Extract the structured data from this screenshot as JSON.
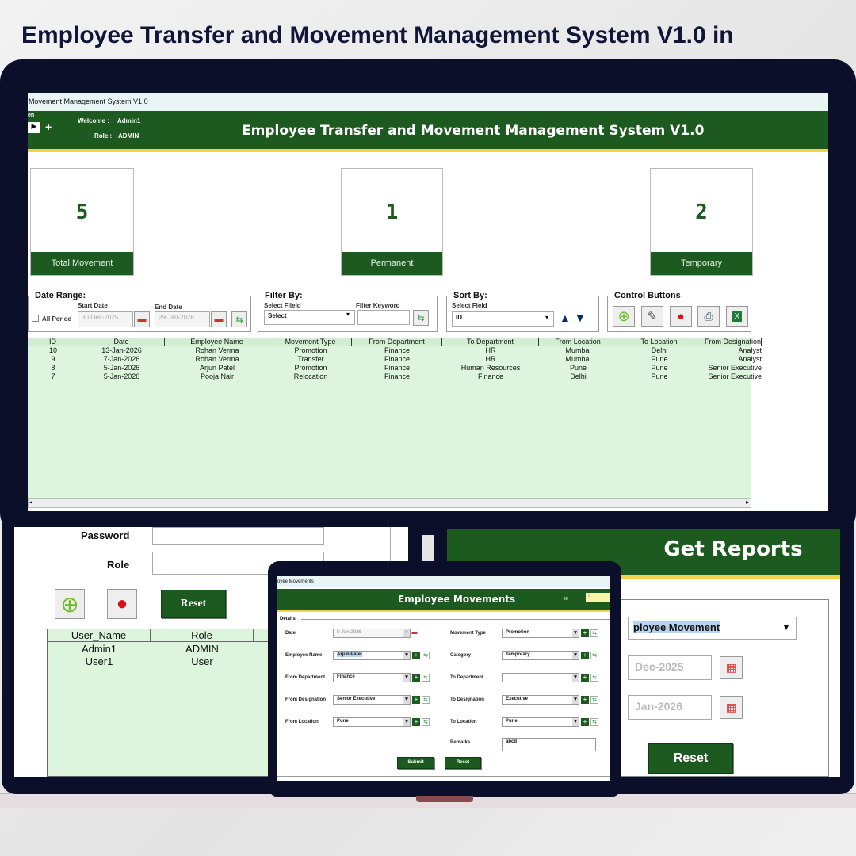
{
  "banner": {
    "title": "Employee Transfer and Movement Management System V1.0 in"
  },
  "main": {
    "window_title": "Movement Management System V1.0",
    "menu_fragment": "en",
    "welcome_label": "Welcome :",
    "welcome_value": "Admin1",
    "role_label": "Role :",
    "role_value": "ADMIN",
    "header_title": "Employee Transfer and Movement Management System V1.0",
    "kpis": [
      {
        "value": "5",
        "label": "Total Movement"
      },
      {
        "value": "1",
        "label": "Permanent"
      },
      {
        "value": "2",
        "label": "Temporary"
      }
    ],
    "date_range": {
      "legend": "Date Range:",
      "all_period": "All Period",
      "all_period_checked": false,
      "start_label": "Start Date",
      "start_value": "30-Dec-2025",
      "end_label": "End Date",
      "end_value": "29-Jan-2026"
    },
    "filter": {
      "legend": "Filter By:",
      "field_label": "Select Fileld",
      "field_value": "Select",
      "keyword_label": "Filter Keyword",
      "keyword_value": ""
    },
    "sort": {
      "legend": "Sort By:",
      "field_label": "Select Field",
      "field_value": "ID"
    },
    "controls": {
      "legend": "Control Buttons",
      "icons": [
        "add-icon",
        "edit-icon",
        "delete-icon",
        "print-icon",
        "excel-icon"
      ]
    },
    "table": {
      "columns": [
        "ID",
        "Date",
        "Employee Name",
        "Movement Type",
        "From Department",
        "To Department",
        "From Location",
        "To Location",
        "From Designation"
      ],
      "rows": [
        [
          "10",
          "13-Jan-2026",
          "Rohan Verma",
          "Promotion",
          "Finance",
          "HR",
          "Mumbai",
          "Delhi",
          "Analyst"
        ],
        [
          "9",
          "7-Jan-2026",
          "Rohan Verma",
          "Transfer",
          "Finance",
          "HR",
          "Mumbai",
          "Pune",
          "Analyst"
        ],
        [
          "8",
          "5-Jan-2026",
          "Arjun Patel",
          "Promotion",
          "Finance",
          "Human Resources",
          "Pune",
          "Pune",
          "Senior Executive"
        ],
        [
          "7",
          "5-Jan-2026",
          "Pooja Nair",
          "Relocation",
          "Finance",
          "Finance",
          "Delhi",
          "Pune",
          "Senior Executive"
        ]
      ]
    }
  },
  "users": {
    "password_label": "Password",
    "role_label": "Role",
    "reset_label": "Reset",
    "columns": [
      "User_Name",
      "Role"
    ],
    "rows": [
      [
        "Admin1",
        "ADMIN"
      ],
      [
        "User1",
        "User"
      ]
    ]
  },
  "movement_form": {
    "window_title": "oyee Movements",
    "header": "Employee Movements",
    "id_label": "ID",
    "id_value": "8",
    "section": "Details",
    "left": [
      {
        "label": "Date",
        "value": "5-Jan-2026"
      },
      {
        "label": "Employee Name",
        "value": "Arjun Patel"
      },
      {
        "label": "From Department",
        "value": "Finance"
      },
      {
        "label": "From Designation",
        "value": "Senior Executive"
      },
      {
        "label": "From Location",
        "value": "Pune"
      }
    ],
    "right": [
      {
        "label": "Movement Type",
        "value": "Promotion"
      },
      {
        "label": "Category",
        "value": "Temporary"
      },
      {
        "label": "To Department",
        "value": ""
      },
      {
        "label": "To Designation",
        "value": "Executive"
      },
      {
        "label": "To Location",
        "value": "Pune"
      },
      {
        "label": "Remarks",
        "value": "abcd"
      }
    ],
    "submit_label": "Submit",
    "reset_label": "Reset"
  },
  "reports": {
    "header": "Get Reports",
    "report_value": "ployee Movement",
    "start_value": "Dec-2025",
    "end_value": "Jan-2026",
    "reset_label": "Reset"
  },
  "colors": {
    "green": "#1c5a1f",
    "yellow": "#f2d34b",
    "navy": "#0b0f2a",
    "table_bg": "#dcf5dc"
  }
}
